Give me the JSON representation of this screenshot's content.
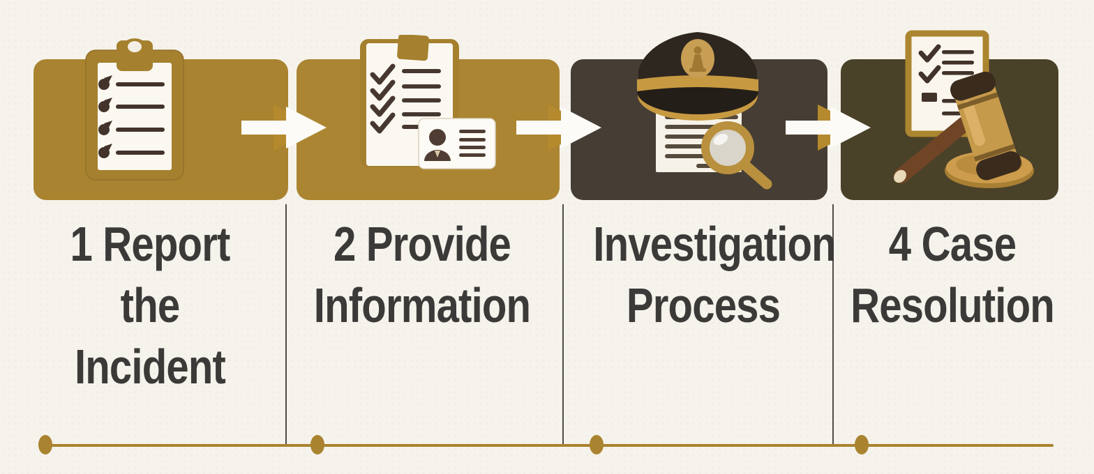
{
  "diagram": {
    "type": "process-flow",
    "background_color": "#f6f3ec",
    "text_color": "#3b3a38",
    "steps": [
      {
        "title_line1": "1 Report",
        "title_line2": "the Incident",
        "icon": "clipboard-checklist-icon",
        "box_color": "#a9832f"
      },
      {
        "title_line1": "2 Provide",
        "title_line2": "Information",
        "icon": "clipboard-id-card-icon",
        "box_color": "#ab8531"
      },
      {
        "title_line1": "Investigation",
        "title_line2": "Process",
        "icon": "police-cap-report-magnifier-icon",
        "box_color": "#463e34"
      },
      {
        "title_line1": "4 Case",
        "title_line2": "Resolution",
        "icon": "checklist-gavel-icon",
        "box_color": "#4a4129"
      }
    ],
    "connectors": {
      "icon": "arrow-right-icon",
      "count": 3,
      "arrow_color": "#fcfbf7",
      "arrow_accent_color": "#b5892d"
    },
    "dividers": {
      "count": 3,
      "color": "#4e4c48"
    },
    "timeline": {
      "line_color": "#a9832f",
      "dot_color": "#a9832f",
      "dot_count": 4
    }
  }
}
